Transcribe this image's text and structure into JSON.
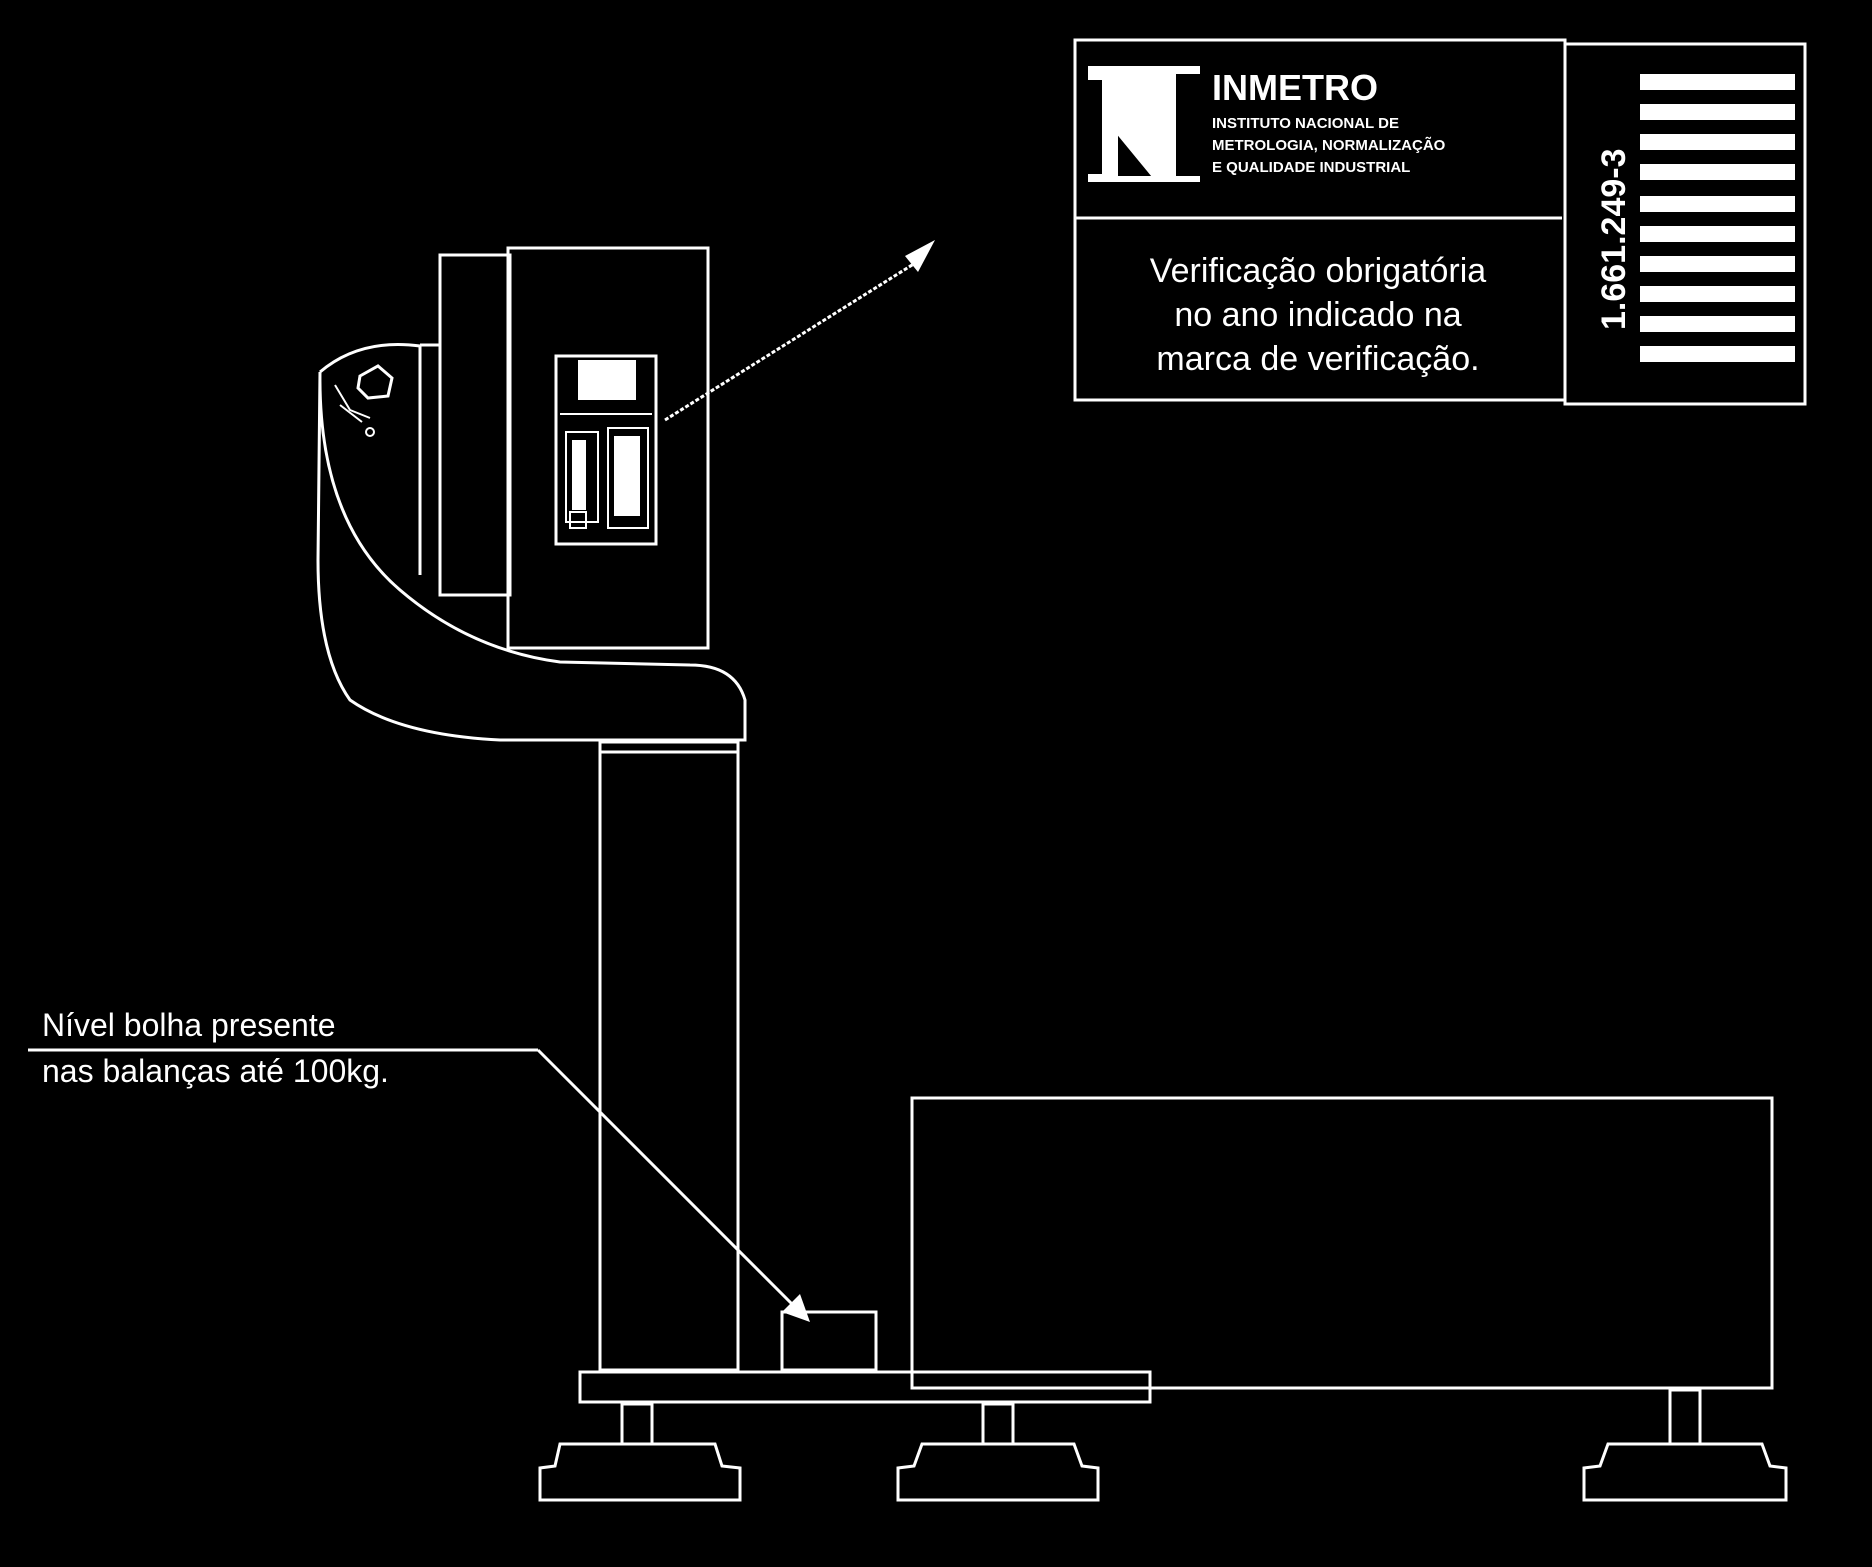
{
  "colors": {
    "background": "#000000",
    "lines": "#ffffff"
  },
  "inmetro_label": {
    "brand": "INMETRO",
    "institute_lines": [
      "INSTITUTO NACIONAL DE",
      "METROLOGIA, NORMALIZAÇÃO",
      "E QUALIDADE INDUSTRIAL"
    ],
    "verification_lines": [
      "Verificação obrigatória",
      "no ano indicado na",
      "marca de verificação."
    ],
    "serial_number": "1.661.249-3"
  },
  "callout": {
    "lines": [
      "Nível bolha presente",
      "nas balanças até 100kg."
    ]
  },
  "icons": {
    "logo": "inmetro-logo",
    "bubble_level": "bubble-level-icon",
    "arrow": "leader-arrow-icon"
  }
}
